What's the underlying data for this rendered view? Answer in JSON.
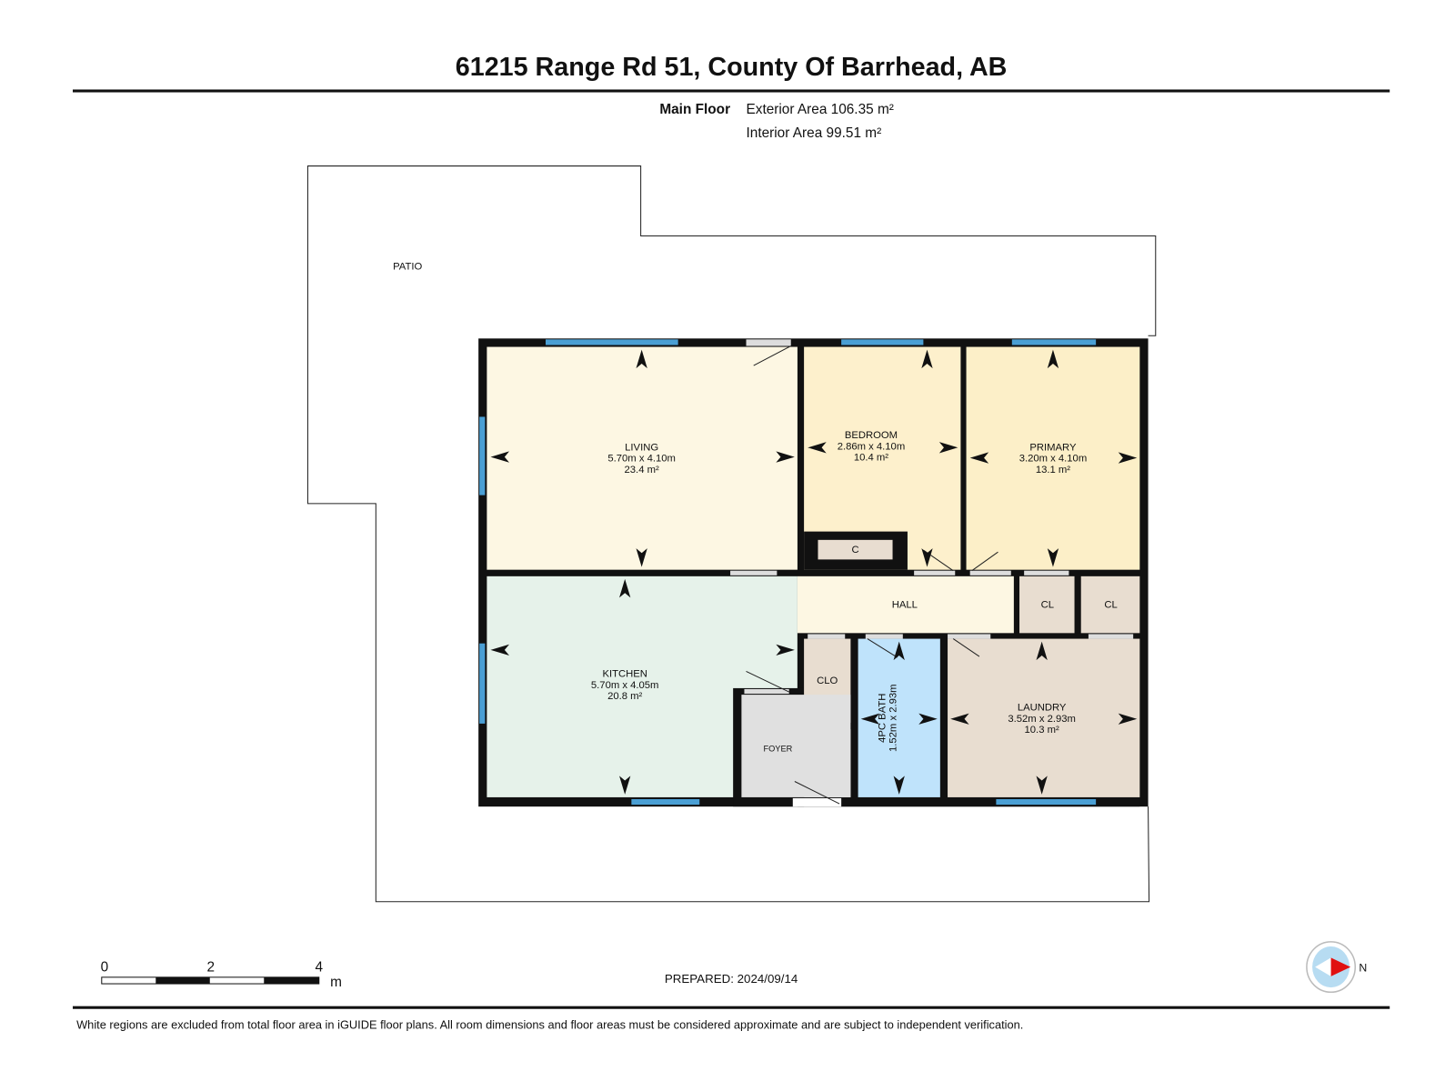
{
  "header": {
    "title": "61215 Range Rd 51, County Of Barrhead, AB"
  },
  "floor": {
    "name": "Main Floor",
    "exterior_area": "Exterior Area 106.35 m²",
    "interior_area": "Interior Area 99.51 m²"
  },
  "rooms": {
    "patio": {
      "name": "PATIO"
    },
    "living": {
      "name": "LIVING",
      "dims": "5.70m x 4.10m",
      "area": "23.4 m²"
    },
    "bedroom": {
      "name": "BEDROOM",
      "dims": "2.86m x 4.10m",
      "area": "10.4 m²"
    },
    "primary": {
      "name": "PRIMARY",
      "dims": "3.20m x 4.10m",
      "area": "13.1 m²"
    },
    "closet_c": {
      "name": "C"
    },
    "hall": {
      "name": "HALL"
    },
    "cl1": {
      "name": "CL"
    },
    "cl2": {
      "name": "CL"
    },
    "kitchen": {
      "name": "KITCHEN",
      "dims": "5.70m x 4.05m",
      "area": "20.8 m²"
    },
    "clo": {
      "name": "CLO"
    },
    "foyer": {
      "name": "FOYER"
    },
    "bath": {
      "name": "4PC BATH",
      "dims": "1.52m x 2.93m"
    },
    "laundry": {
      "name": "LAUNDRY",
      "dims": "3.52m x 2.93m",
      "area": "10.3 m²"
    }
  },
  "scale": {
    "ticks": [
      "0",
      "2",
      "4"
    ],
    "unit": "m"
  },
  "prepared": "PREPARED: 2024/09/14",
  "compass": {
    "label": "N",
    "icon": "north-arrow-icon"
  },
  "footer": {
    "disclaimer": "White regions are excluded from total floor area in iGUIDE floor plans. All room dimensions and floor areas must be considered approximate and are subject to independent verification."
  },
  "colors": {
    "window": "#4a9fd4",
    "living": "#fdf7e3",
    "bedroom": "#fdf0cc",
    "kitchen": "#e6f2ea",
    "bath": "#bfe3fb",
    "utility": "#e8ddd0",
    "foyer": "#e0e0e0",
    "compass_red": "#e01010"
  }
}
